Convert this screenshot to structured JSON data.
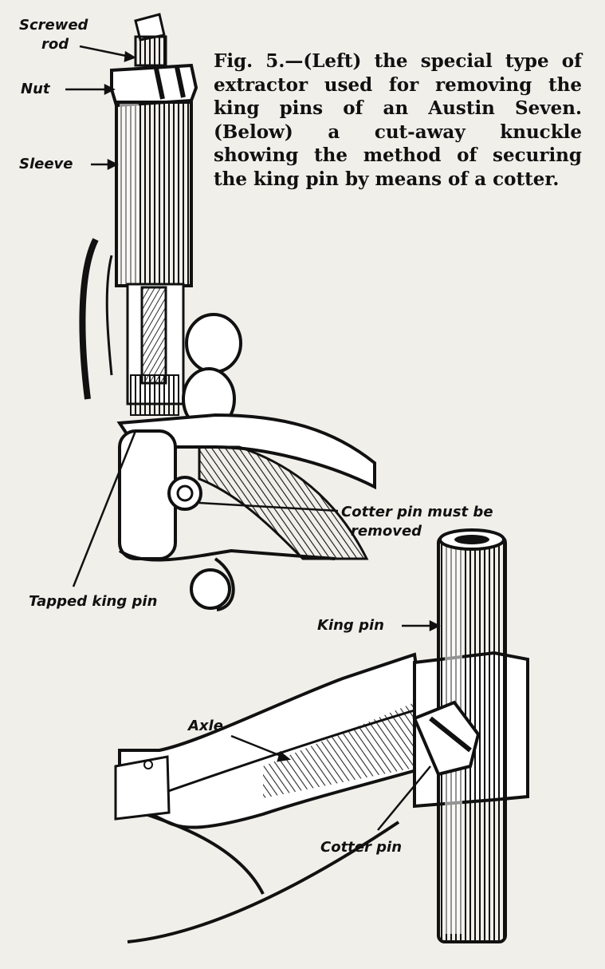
{
  "caption": {
    "text": "Fig. 5.—(Left) the special type of extractor used for removing the king pins of an Austin Seven. (Below) a cut-away knuckle showing the method of securing the king pin by means of a cotter."
  },
  "labels": {
    "screwed_rod_1": "Screwed",
    "screwed_rod_2": "rod",
    "nut": "Nut",
    "sleeve": "Sleeve",
    "cotter_pin_removed_1": "Cotter pin must be",
    "cotter_pin_removed_2": "removed",
    "tapped_king_pin": "Tapped king pin",
    "king_pin": "King pin",
    "axle": "Axle",
    "cotter_pin": "Cotter pin"
  },
  "colors": {
    "ink": "#111111",
    "paper": "#f1efe9"
  }
}
